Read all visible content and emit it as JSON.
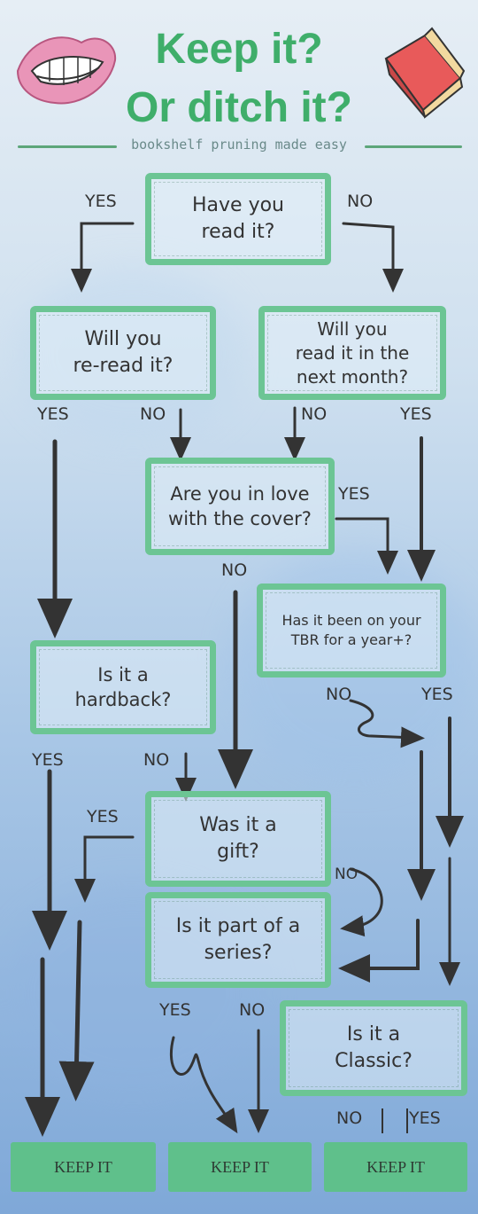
{
  "header": {
    "title_line1": "Keep it?",
    "title_line2": "Or ditch it?",
    "subtitle": "bookshelf pruning made easy",
    "left_icon": "lips-biting-icon",
    "right_icon": "red-book-icon"
  },
  "colors": {
    "title_green": "#3fae6a",
    "box_border": "#6cc594",
    "keep_fill": "#5fc08b",
    "arrow": "#333333"
  },
  "nodes": {
    "read_it": [
      "Have you",
      "read it?"
    ],
    "reread": [
      "Will you",
      "re-read it?"
    ],
    "next_month": [
      "Will you",
      "read it in the",
      "next month?"
    ],
    "cover": [
      "Are you in love",
      "with the cover?"
    ],
    "tbr": [
      "Has it been on your",
      "TBR for a year+?"
    ],
    "hardback": [
      "Is it a",
      "hardback?"
    ],
    "gift": [
      "Was it a",
      "gift?"
    ],
    "series": [
      "Is it part of a",
      "series?"
    ],
    "classic": [
      "Is it a",
      "Classic?"
    ]
  },
  "labels": {
    "read_yes": "YES",
    "read_no": "NO",
    "reread_yes": "YES",
    "reread_no": "NO",
    "next_no": "NO",
    "next_yes": "YES",
    "cover_yes": "YES",
    "cover_no": "NO",
    "tbr_no": "NO",
    "tbr_yes": "YES",
    "hard_yes": "YES",
    "hard_no": "NO",
    "gift_yes": "YES",
    "gift_no": "NO",
    "series_yes": "YES",
    "series_no": "NO",
    "classic_no": "NO",
    "classic_yes": "YES"
  },
  "outcomes": [
    "KEEP IT",
    "KEEP IT",
    "KEEP IT"
  ]
}
